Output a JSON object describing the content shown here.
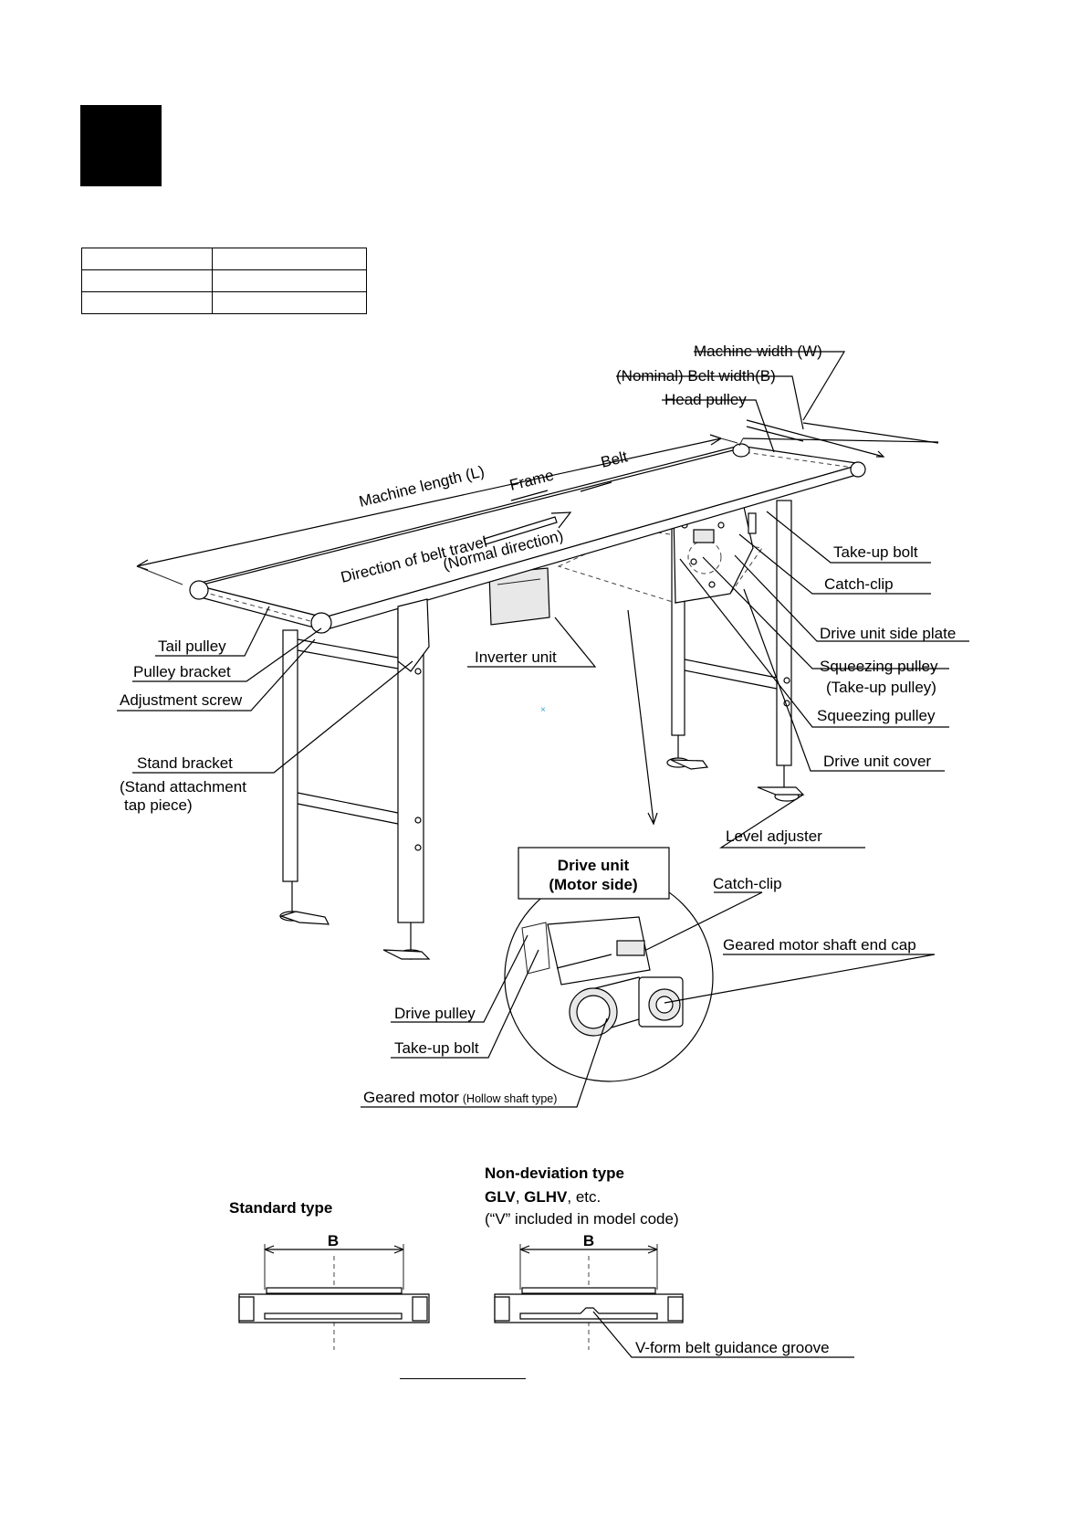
{
  "labels": {
    "machine_width": "Machine width (W)",
    "belt_width": "(Nominal) Belt width(B)",
    "head_pulley": "Head pulley",
    "machine_length": "Machine length (L)",
    "frame": "Frame",
    "belt": "Belt",
    "direction_travel": "Direction of belt travel",
    "normal_direction": "(Normal direction)",
    "take_up_bolt": "Take-up bolt",
    "catch_clip": "Catch-clip",
    "drive_unit_side_plate": "Drive unit side plate",
    "squeezing_pulley_takeup": "Squeezing pulley",
    "takeup_pulley_paren": "(Take-up pulley)",
    "squeezing_pulley": "Squeezing pulley",
    "drive_unit_cover": "Drive unit cover",
    "level_adjuster": "Level adjuster",
    "tail_pulley": "Tail pulley",
    "pulley_bracket": "Pulley bracket",
    "adjustment_screw": "Adjustment screw",
    "inverter_unit": "Inverter unit",
    "stand_bracket": "Stand bracket",
    "stand_attachment_1": "(Stand attachment",
    "stand_attachment_2": "tap piece)"
  },
  "drive_unit_inset": {
    "title": "Drive unit",
    "subtitle": "(Motor side)",
    "catch_clip": "Catch-clip",
    "shaft_end_cap": "Geared motor shaft end cap",
    "drive_pulley": "Drive pulley",
    "take_up_bolt": "Take-up bolt",
    "geared_motor": "Geared motor",
    "geared_motor_note": "(Hollow shaft type)"
  },
  "sections": {
    "standard_title": "Standard type",
    "standard_b": "B",
    "nondev_title": "Non-deviation type",
    "nondev_models_a": "GLV",
    "nondev_models_sep": ", ",
    "nondev_models_b": "GLHV",
    "nondev_models_c": ", etc.",
    "nondev_note": "(“V” included in model code)",
    "nondev_b": "B",
    "v_groove": "V-form belt guidance groove"
  }
}
